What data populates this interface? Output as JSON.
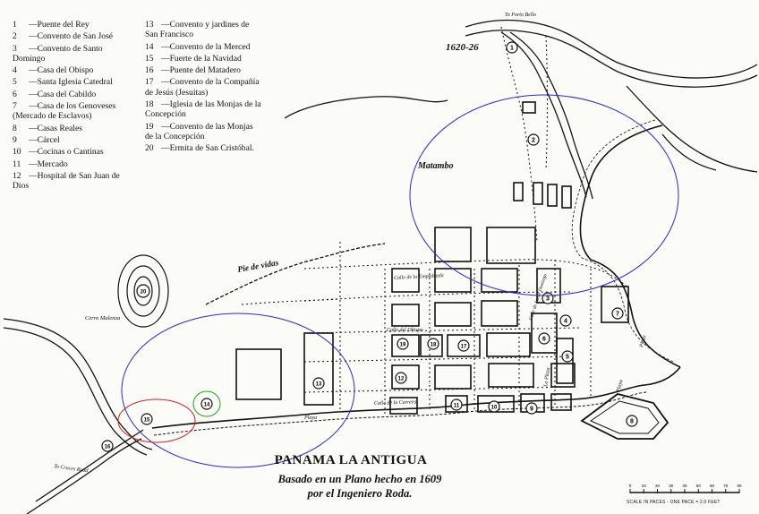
{
  "legend_left": [
    {
      "num": "1",
      "text": "Puente del Rey"
    },
    {
      "num": "2",
      "text": "Convento de San José"
    },
    {
      "num": "3",
      "text": "Convento de Santo Domingo"
    },
    {
      "num": "4",
      "text": "Casa del Obispo"
    },
    {
      "num": "5",
      "text": "Santa Iglesia Catedral"
    },
    {
      "num": "6",
      "text": "Casa del Cabildo"
    },
    {
      "num": "7",
      "text": "Casa de los Genoveses (Mercado de Esclavos)"
    },
    {
      "num": "8",
      "text": "Casas Reales"
    },
    {
      "num": "9",
      "text": "Cárcel"
    },
    {
      "num": "10",
      "text": "Cocinas o Cantinas"
    },
    {
      "num": "11",
      "text": "Mercado"
    },
    {
      "num": "12",
      "text": "Hospital de San Juan de Dios"
    }
  ],
  "legend_right": [
    {
      "num": "13",
      "text": "Convento y jardines de San Francisco"
    },
    {
      "num": "14",
      "text": "Convento de la Merced"
    },
    {
      "num": "15",
      "text": "Fuerte de la Navidad"
    },
    {
      "num": "16",
      "text": "Puente del Matadero"
    },
    {
      "num": "17",
      "text": "Convento de la Compañía de Jesús (Jesuitas)"
    },
    {
      "num": "18",
      "text": "Iglesia de las Monjas de la Concepción"
    },
    {
      "num": "19",
      "text": "Convento de las Monjas de la Concepción"
    },
    {
      "num": "20",
      "text": "Ermita de San Cristóbal."
    }
  ],
  "map_labels": {
    "road_top": "To Porto Bello",
    "road_left": "To Cruces Road",
    "date_mark": "1620-26",
    "matambo": "Matambo",
    "piedevidas": "Pie de vidas",
    "cerro": "Cerro Malenza",
    "calle_empedrada": "Calle de la Empedrada",
    "calle_obispo": "Calle del Obispo",
    "calle_carrera": "Calle de la Carrera",
    "calle_santo_domingo": "Calle de Santo Domingo",
    "la_plaza": "La Plaza",
    "playa_bottom": "Playa",
    "playa_right": "Playa",
    "plaza_right": "Plaza"
  },
  "markers": [
    "1",
    "2",
    "3",
    "4",
    "5",
    "6",
    "7",
    "8",
    "9",
    "10",
    "11",
    "12",
    "13",
    "14",
    "15",
    "16",
    "17",
    "18",
    "19",
    "20"
  ],
  "title": {
    "main": "PANAMA LA ANTIGUA",
    "sub1": "Basado en un Plano hecho en 1609",
    "sub2": "por el Ingeniero Roda."
  },
  "scale": {
    "caption": "SCALE IN PACES - ONE PACE = 2.0 FEET",
    "ticks": [
      "0",
      "10",
      "20",
      "30",
      "40",
      "50",
      "60",
      "70",
      "80"
    ]
  },
  "annotation_colors": {
    "blue": "#2a2ad0",
    "red": "#d42020",
    "green": "#1fa31f"
  }
}
